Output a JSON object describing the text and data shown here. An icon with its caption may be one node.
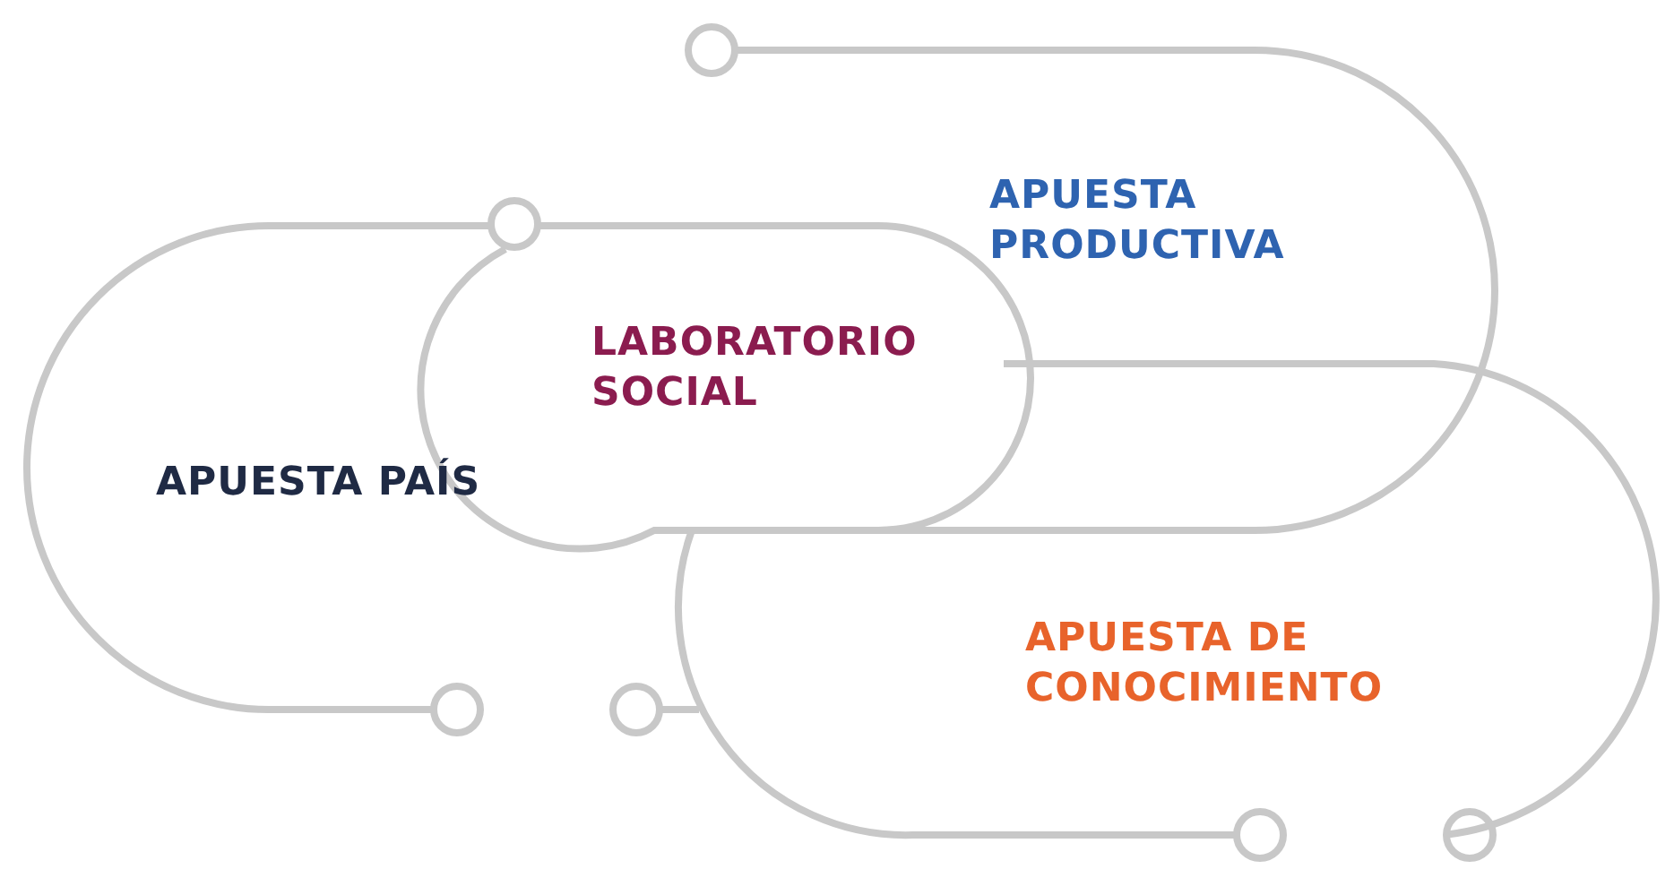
{
  "diagram": {
    "nodes": [
      {
        "text": [
          "APUESTA PRODUCTIVA"
        ]
      },
      {
        "text": [
          "LABORATORIO SOCIAL"
        ]
      },
      {
        "text": [
          "APUESTA PAÍS"
        ]
      },
      {
        "text": [
          "APUESTA DE CONOCIMIENTO"
        ]
      }
    ]
  }
}
